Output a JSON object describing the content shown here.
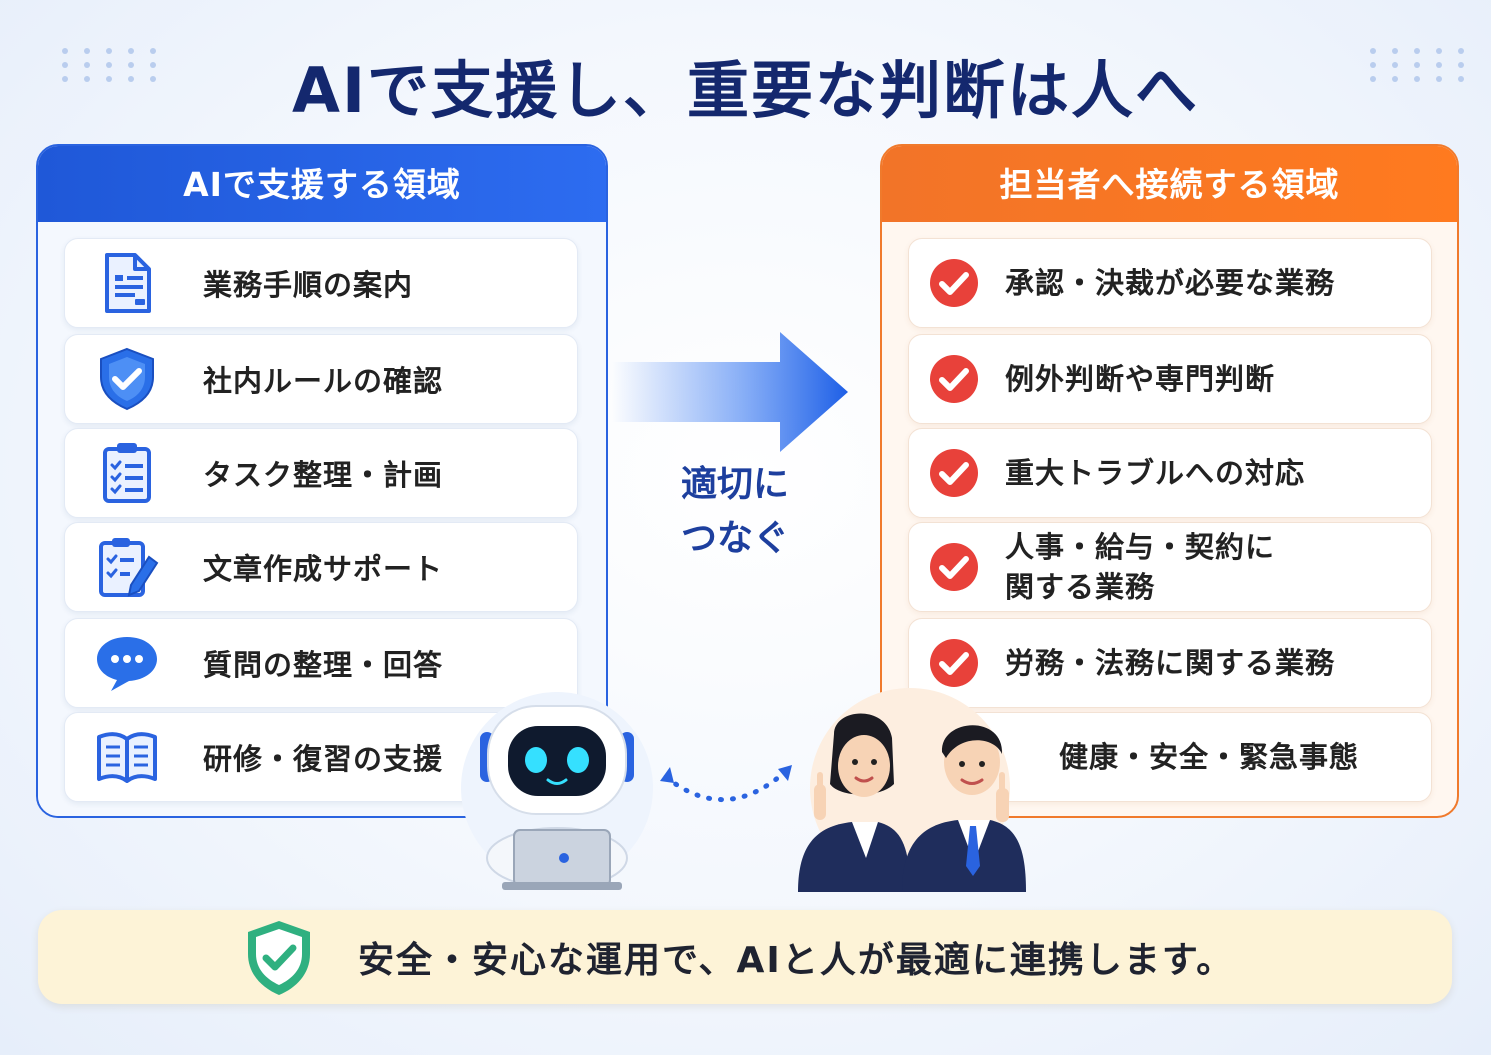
{
  "title": "AIで支援し、重要な判断は人へ",
  "left_panel": {
    "header": "AIで支援する領域",
    "items": [
      {
        "label": "業務手順の案内",
        "icon": "document-icon"
      },
      {
        "label": "社内ルールの確認",
        "icon": "shield-check-icon"
      },
      {
        "label": "タスク整理・計画",
        "icon": "clipboard-checklist-icon"
      },
      {
        "label": "文章作成サポート",
        "icon": "document-pencil-icon"
      },
      {
        "label": "質問の整理・回答",
        "icon": "chat-bubble-icon"
      },
      {
        "label": "研修・復習の支援",
        "icon": "open-book-icon"
      }
    ]
  },
  "right_panel": {
    "header": "担当者へ接続する領域",
    "items": [
      {
        "label": "承認・決裁が必要な業務"
      },
      {
        "label": "例外判断や専門判断"
      },
      {
        "label": "重大トラブルへの対応"
      },
      {
        "label_line1": "人事・給与・契約に",
        "label_line2": "関する業務"
      },
      {
        "label": "労務・法務に関する業務"
      },
      {
        "label": "健康・安全・緊急事態"
      }
    ]
  },
  "connector": {
    "line1": "適切に",
    "line2": "つなぐ"
  },
  "footer": {
    "text": "安全・安心な運用で、AIと人が最適に連携します。"
  },
  "colors": {
    "blue": "#2a63e0",
    "orange": "#f07a2c",
    "navy": "#14286e",
    "check_red": "#e8413a",
    "footer_bg": "#fdf3d7"
  }
}
